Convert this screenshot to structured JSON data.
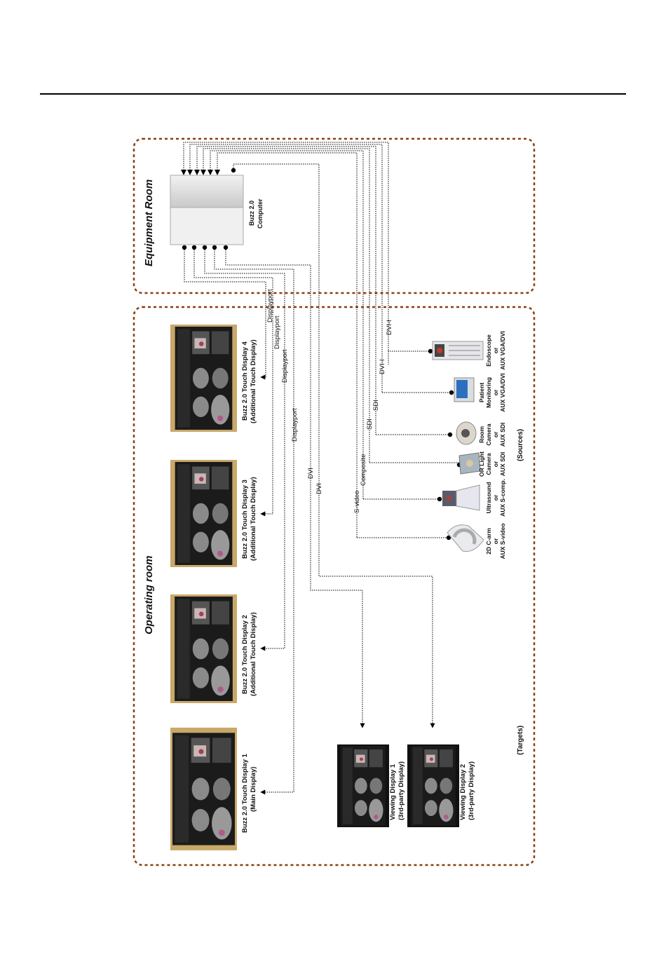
{
  "equipment_room": {
    "label": "Equipment Room",
    "computer_label": [
      "Buzz 2.0",
      "Computer"
    ]
  },
  "operating_room": {
    "label": "Operating room",
    "touch_displays": [
      {
        "name": "Buzz 2.0 Touch Display 1",
        "role": "(Main Display)",
        "connection": "Displayport"
      },
      {
        "name": "Buzz 2.0 Touch Display 2",
        "role": "(Additional Touch Display)",
        "connection": "Displayport"
      },
      {
        "name": "Buzz 2.0 Touch Display 3",
        "role": "(Additional Touch Display)",
        "connection": "Displayport"
      },
      {
        "name": "Buzz 2.0 Touch Display 4",
        "role": "(Additional Touch Display)",
        "connection": "Displayport"
      }
    ],
    "viewing_displays": [
      {
        "name": "Viewing Display 1",
        "role": "(3rd-party Display)",
        "connection": "DVI"
      },
      {
        "name": "Viewing Display 2",
        "role": "(3rd-party Display)",
        "connection": "DVI"
      }
    ],
    "sources": [
      {
        "lines": [
          "2D C-arm",
          "or",
          "AUX S-video"
        ],
        "connection": "S-video"
      },
      {
        "lines": [
          "Ultrasound",
          "or",
          "AUX S-comp."
        ],
        "connection": "Composite"
      },
      {
        "lines": [
          "OR Light",
          "Camera",
          "or",
          "AUX SDI"
        ],
        "connection": "SDI"
      },
      {
        "lines": [
          "Room",
          "Camera",
          "or",
          "AUX SDI"
        ],
        "connection": "SDI"
      },
      {
        "lines": [
          "Patient",
          "Monitoring",
          "or",
          "AUX VGA/DVI"
        ],
        "connection": "DVI-I"
      },
      {
        "lines": [
          "Endoscope",
          "or",
          "AUX VGA/DVI"
        ],
        "connection": "DVI-I"
      }
    ],
    "sources_label": "(Sources)",
    "targets_label": "(Targets)"
  }
}
